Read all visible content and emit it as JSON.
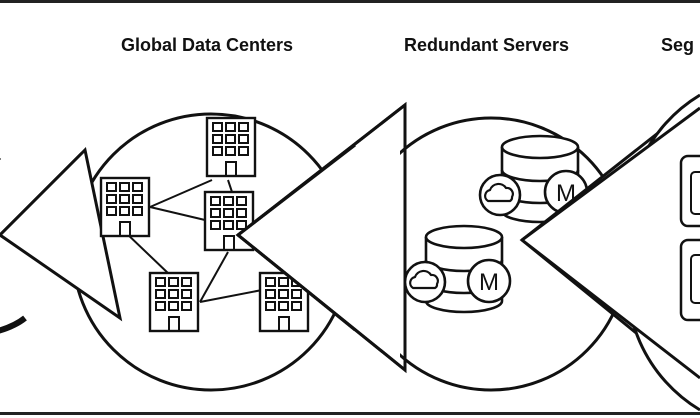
{
  "sections": [
    {
      "id": "global-data-centers",
      "title": "Global Data Centers"
    },
    {
      "id": "redundant-servers",
      "title": "Redundant Servers"
    },
    {
      "id": "segmentation",
      "title": "Seg"
    }
  ],
  "icons": {
    "server_badge_letter": "M"
  }
}
